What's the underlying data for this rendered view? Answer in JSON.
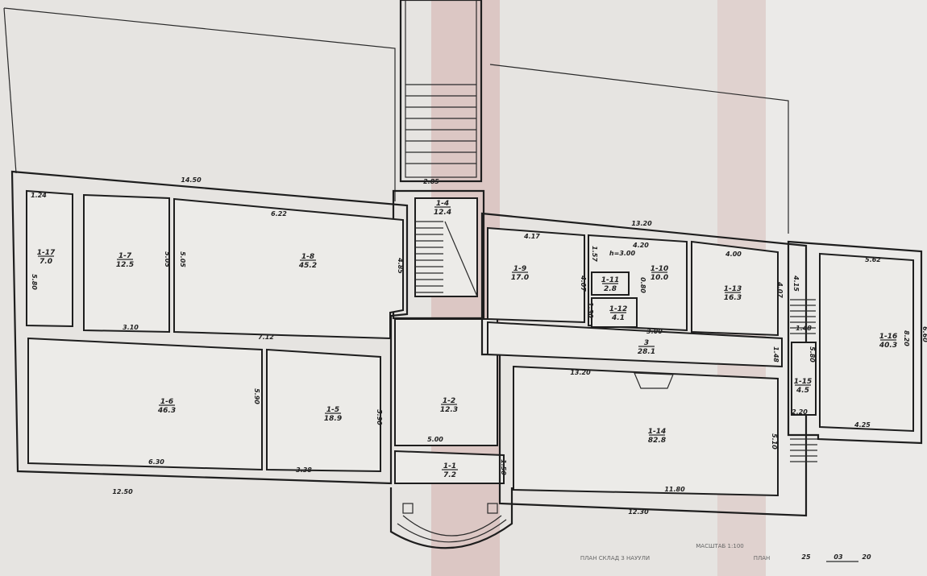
{
  "rooms": [
    {
      "id": "1-17",
      "area": "7.0"
    },
    {
      "id": "1-7",
      "area": "12.5"
    },
    {
      "id": "1-8",
      "area": "45.2"
    },
    {
      "id": "1-4",
      "area": "12.4"
    },
    {
      "id": "1-9",
      "area": "17.0"
    },
    {
      "id": "1-10",
      "area": "10.0"
    },
    {
      "id": "1-11",
      "area": "2.8"
    },
    {
      "id": "1-12",
      "area": "4.1"
    },
    {
      "id": "1-13",
      "area": "16.3"
    },
    {
      "id": "1-16",
      "area": "40.3"
    },
    {
      "id": "3",
      "area": "28.1"
    },
    {
      "id": "1-6",
      "area": "46.3"
    },
    {
      "id": "1-5",
      "area": "18.9"
    },
    {
      "id": "1-2",
      "area": "12.3"
    },
    {
      "id": "1-14",
      "area": "82.8"
    },
    {
      "id": "1-15",
      "area": "4.5"
    },
    {
      "id": "1-1",
      "area": "7.2"
    }
  ],
  "dimensions": [
    "14.50",
    "1.24",
    "6.22",
    "5.80",
    "5.05",
    "5.05",
    "4.85",
    "3.10",
    "7.12",
    "2.85",
    "13.20",
    "4.17",
    "4.20",
    "1.57",
    "h=3.00",
    "4.07",
    "0.80",
    "1.30",
    "3.00",
    "4.00",
    "4.07",
    "5.62",
    "4.15",
    "8.20",
    "6.60",
    "1.48",
    "1.48",
    "5.80",
    "13.20",
    "5.90",
    "5.90",
    "6.30",
    "3.38",
    "12.50",
    "5.00",
    "1.50",
    "5.10",
    "11.80",
    "12.30",
    "2.20",
    "4.25"
  ],
  "footer": {
    "scale": "МАСШТАБ 1:100",
    "plan_title": "ПЛАН СКЛАД З НАУУЛИ",
    "plan_date_label": "ПЛАН",
    "date_day": "25",
    "date_month": "03",
    "date_year": "20"
  }
}
